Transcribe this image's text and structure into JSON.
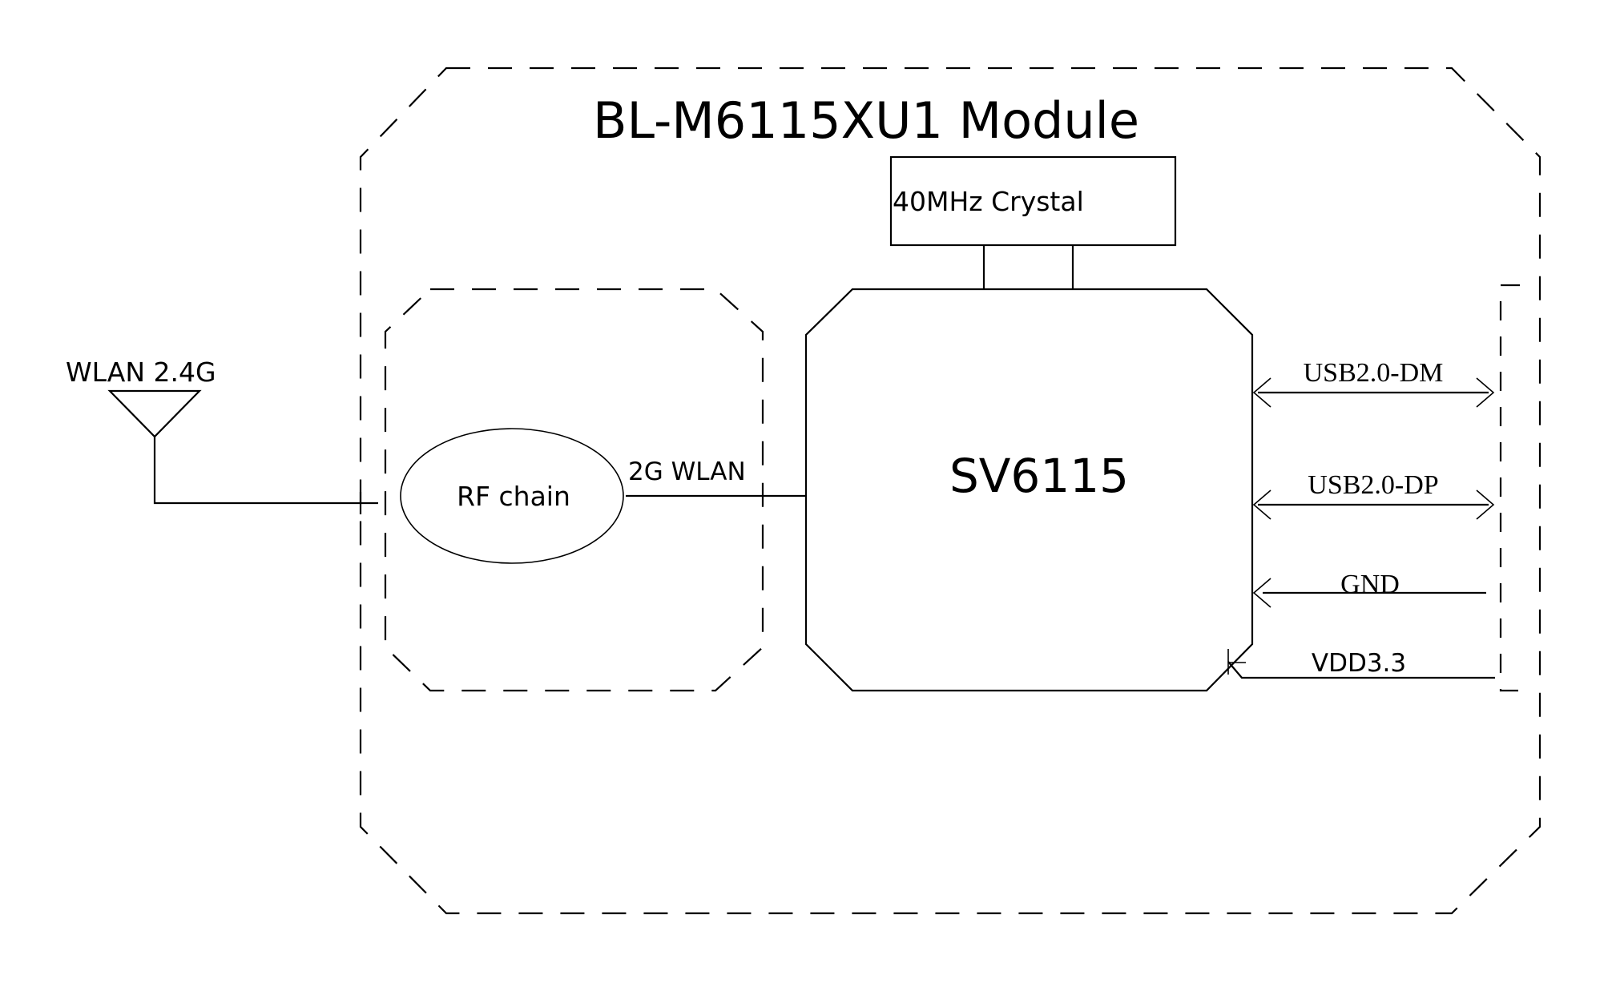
{
  "diagram": {
    "title": "BL-M6115XU1 Module",
    "antenna": {
      "label": "WLAN 2.4G",
      "icon": "antenna-icon"
    },
    "rf_block": {
      "label": "RF chain"
    },
    "rf_link": {
      "label": "2G WLAN"
    },
    "crystal": {
      "label": "40MHz Crystal"
    },
    "chip": {
      "label": "SV6115"
    },
    "interface_signals": [
      {
        "label": "USB2.0-DM",
        "direction": "bidirectional"
      },
      {
        "label": "USB2.0-DP",
        "direction": "bidirectional"
      },
      {
        "label": "GND",
        "direction": "input"
      },
      {
        "label": "VDD3.3",
        "direction": "input"
      }
    ]
  }
}
